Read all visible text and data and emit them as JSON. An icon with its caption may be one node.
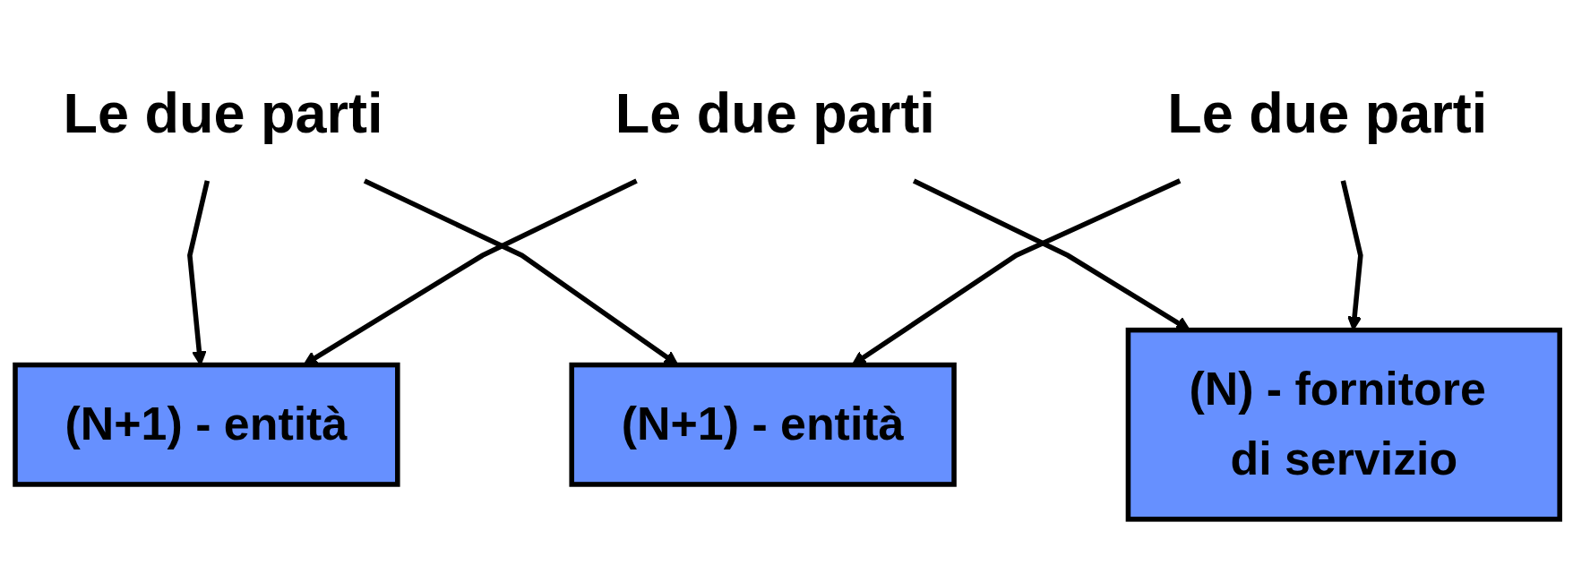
{
  "diagram": {
    "nodes": [
      {
        "text": [
          "Le due parti"
        ]
      },
      {
        "text": [
          "(N+1) - entità"
        ]
      },
      {
        "text": [
          "(N+1) - entità"
        ]
      },
      {
        "text": [
          "Le due parti"
        ]
      },
      {
        "text": [
          "Le due parti"
        ]
      },
      {
        "text": [
          "(N) - fornitore di servizio"
        ]
      }
    ],
    "edges": [
      {
        "from": 0,
        "to": 1,
        "arrow": "to"
      },
      {
        "from": 0,
        "to": 2,
        "arrow": "to"
      },
      {
        "from": 3,
        "to": 1,
        "arrow": "to"
      },
      {
        "from": 3,
        "to": 5,
        "arrow": "to"
      },
      {
        "from": 4,
        "to": 2,
        "arrow": "to"
      },
      {
        "from": 4,
        "to": 5,
        "arrow": "to"
      }
    ]
  }
}
